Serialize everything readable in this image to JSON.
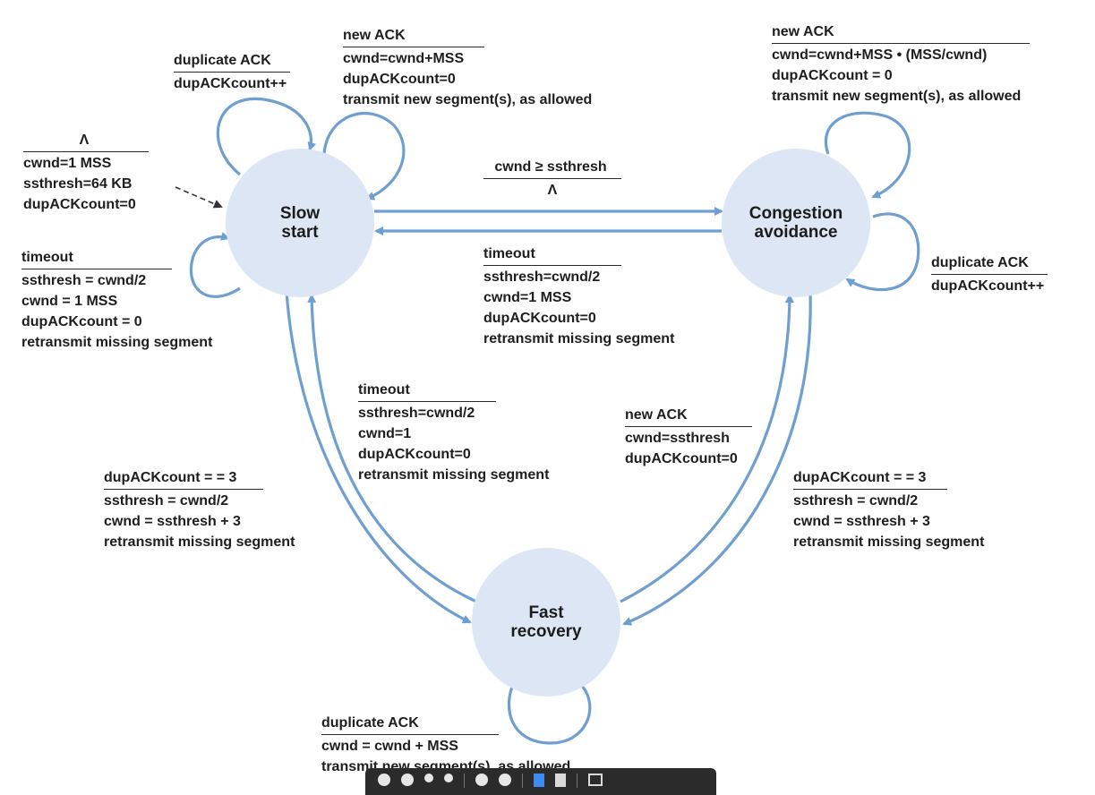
{
  "states": {
    "slow_start": [
      "Slow",
      "start"
    ],
    "congestion_avoidance": [
      "Congestion",
      "avoidance"
    ],
    "fast_recovery": [
      "Fast",
      "recovery"
    ]
  },
  "transitions": {
    "init": {
      "event": "Λ",
      "actions": [
        "cwnd=1 MSS",
        "ssthresh=64 KB",
        "dupACKcount=0"
      ]
    },
    "ss_dup_ack": {
      "event": "duplicate ACK",
      "actions": [
        "dupACKcount++"
      ]
    },
    "ss_new_ack": {
      "event": "new ACK",
      "actions": [
        "cwnd=cwnd+MSS",
        "dupACKcount=0",
        "transmit new segment(s), as allowed"
      ]
    },
    "ss_timeout": {
      "event": "timeout",
      "actions": [
        "ssthresh = cwnd/2",
        "cwnd = 1 MSS",
        "dupACKcount = 0",
        "retransmit missing segment"
      ]
    },
    "ss_to_ca": {
      "event": "cwnd ≥ ssthresh",
      "actions": [
        "Λ"
      ]
    },
    "ca_to_ss_timeout": {
      "event": "timeout",
      "actions": [
        "ssthresh=cwnd/2",
        "cwnd=1 MSS",
        "dupACKcount=0",
        "retransmit missing segment"
      ]
    },
    "ca_new_ack": {
      "event": "new ACK",
      "actions": [
        "cwnd=cwnd+MSS • (MSS/cwnd)",
        "dupACKcount = 0",
        "transmit new segment(s), as allowed"
      ]
    },
    "ca_dup_ack": {
      "event": "duplicate ACK",
      "actions": [
        "dupACKcount++"
      ]
    },
    "fr_to_ss_timeout": {
      "event": "timeout",
      "actions": [
        "ssthresh=cwnd/2",
        "cwnd=1",
        "dupACKcount=0",
        "retransmit missing segment"
      ]
    },
    "fr_to_ca_new_ack": {
      "event": "new ACK",
      "actions": [
        "cwnd=ssthresh",
        "dupACKcount=0"
      ]
    },
    "ss_to_fr_dup3": {
      "event": "dupACKcount = = 3",
      "actions": [
        "ssthresh = cwnd/2",
        "cwnd = ssthresh + 3",
        "retransmit missing segment"
      ]
    },
    "ca_to_fr_dup3": {
      "event": "dupACKcount = = 3",
      "actions": [
        "ssthresh = cwnd/2",
        "cwnd = ssthresh + 3",
        "retransmit missing segment"
      ]
    },
    "fr_dup_ack": {
      "event": "duplicate ACK",
      "actions": [
        "cwnd = cwnd + MSS",
        "transmit new segment(s), as allowed"
      ]
    }
  },
  "colors": {
    "state_fill": "#dce6f4",
    "arrow": "#6f9fd0",
    "text": "#1e1e1e",
    "toolbar": "#2b2b2b"
  },
  "toolbar_icons": [
    "rotate-left-icon",
    "rotate-right-icon",
    "prev-icon",
    "next-icon",
    "zoom-out-icon",
    "zoom-in-icon",
    "blue-doc-icon",
    "doc-icon",
    "grid-icon"
  ]
}
